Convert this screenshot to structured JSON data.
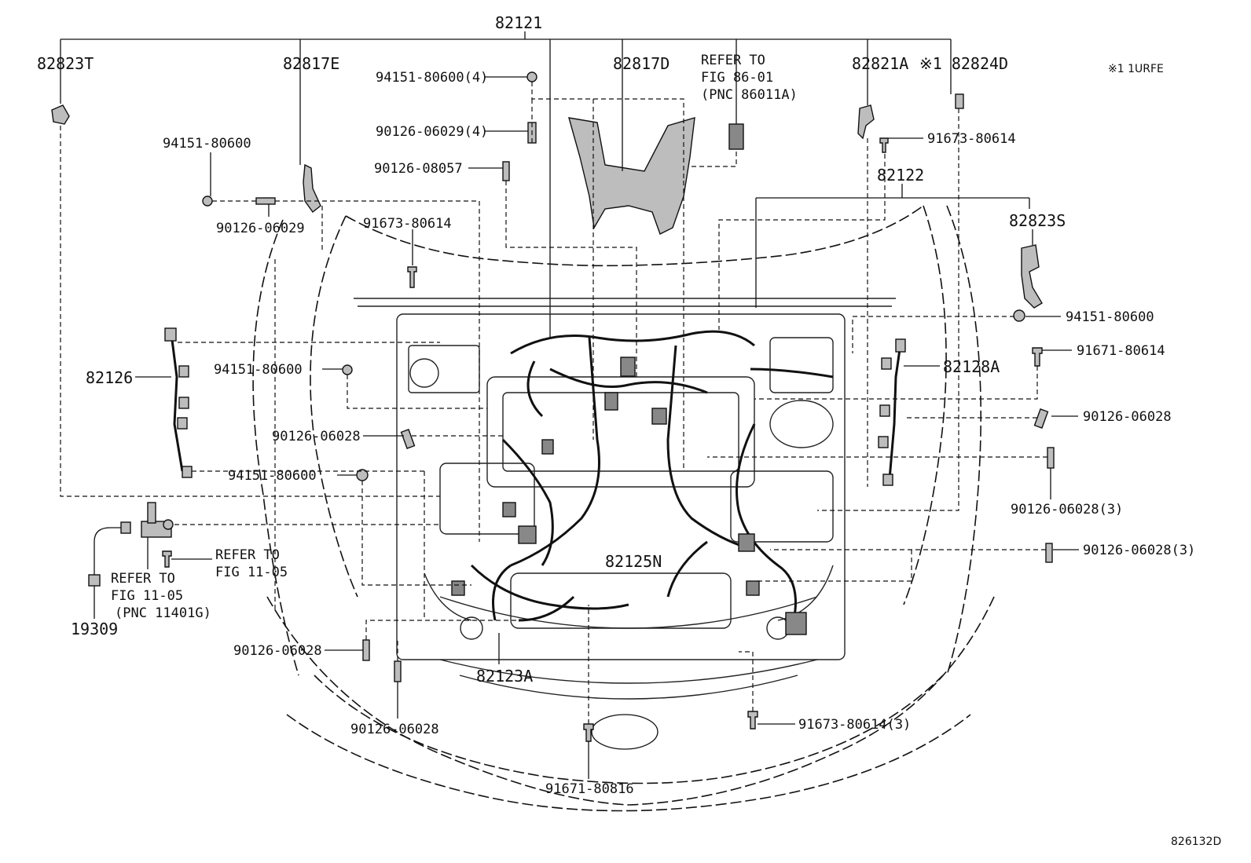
{
  "diagram": {
    "drawing_number": "826132D",
    "note_text": "※1 1URFE",
    "labels": {
      "p82121": "82121",
      "p82823T": "82823T",
      "p82817E": "82817E",
      "p82817D": "82817D",
      "p82821A": "82821A",
      "p82824D": "※1 82824D",
      "refer_86_1": "REFER TO",
      "refer_86_2": "FIG 86-01",
      "refer_86_3": "(PNC 86011A)",
      "b94151_80600_4": "94151-80600(4)",
      "b90126_06029_4": "90126-06029(4)",
      "b90126_08057": "90126-08057",
      "b91673_80614_top": "91673-80614",
      "b94151_80600_l1": "94151-80600",
      "b90126_06029": "90126-06029",
      "b91673_80614_mid": "91673-80614",
      "p82122": "82122",
      "p82823S": "82823S",
      "b94151_80600_r": "94151-80600",
      "b91671_80614": "91671-80614",
      "p82128A": "82128A",
      "p82126": "82126",
      "b94151_80600_l2": "94151-80600",
      "b90126_06028_r1": "90126-06028",
      "b90126_06028_l1": "90126-06028",
      "b94151_80600_l3": "94151-80600",
      "b90126_06028_3a": "90126-06028(3)",
      "b90126_06028_3b": "90126-06028(3)",
      "refer_11_a1": "REFER TO",
      "refer_11_a2": "FIG 11-05",
      "refer_11_b1": "REFER TO",
      "refer_11_b2": "FIG 11-05",
      "refer_11_b3": "(PNC 11401G)",
      "p82125N": "82125N",
      "p19309": "19309",
      "b90126_06028_l2": "90126-06028",
      "p82123A": "82123A",
      "b90126_06028_b": "90126-06028",
      "b91673_80614_3": "91673-80614(3)",
      "b91671_80816": "91671-80816"
    }
  }
}
